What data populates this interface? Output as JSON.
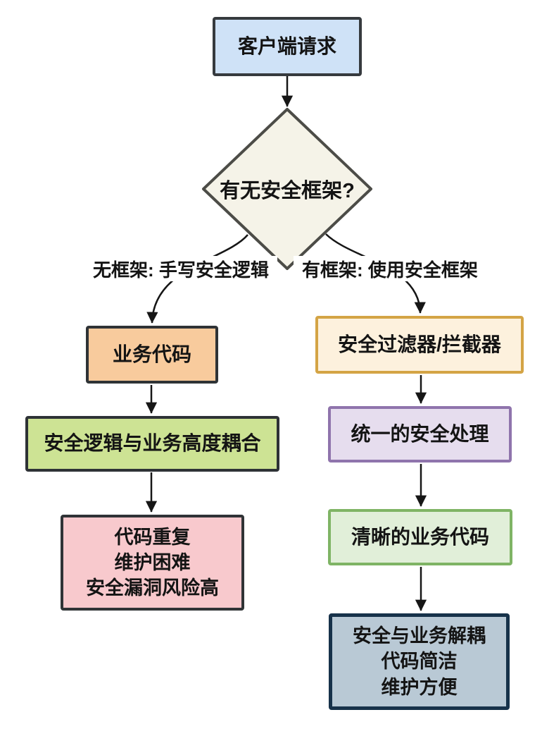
{
  "flowchart": {
    "background_color": "#ffffff",
    "arrow_color": "#161616",
    "start": {
      "label": "客户端请求",
      "fill": "#cfe2f7",
      "border": "#363a3e"
    },
    "decision": {
      "label": "有无安全框架?",
      "fill": "#f5f3e8",
      "border": "#4c4c47"
    },
    "branches": {
      "left_label": "无框架: 手写安全逻辑",
      "right_label": "有框架: 使用安全框架"
    },
    "left_path": [
      {
        "label": "业务代码",
        "fill": "#f8cb9d",
        "border": "#2f3336"
      },
      {
        "label": "安全逻辑与业务高度耦合",
        "fill": "#cde394",
        "border": "#2e3236"
      },
      {
        "lines": [
          "代码重复",
          "维护困难",
          "安全漏洞风险高"
        ],
        "fill": "#f8c9cd",
        "border": "#303336"
      }
    ],
    "right_path": [
      {
        "label": "安全过滤器/拦截器",
        "fill": "#fdf1dd",
        "border": "#d4a445"
      },
      {
        "label": "统一的安全处理",
        "fill": "#e6ddee",
        "border": "#8f74ac"
      },
      {
        "label": "清晰的业务代码",
        "fill": "#e1efd9",
        "border": "#7fb465"
      },
      {
        "lines": [
          "安全与业务解耦",
          "代码简洁",
          "维护方便"
        ],
        "fill": "#b9c9d5",
        "border": "#17324a"
      }
    ]
  }
}
